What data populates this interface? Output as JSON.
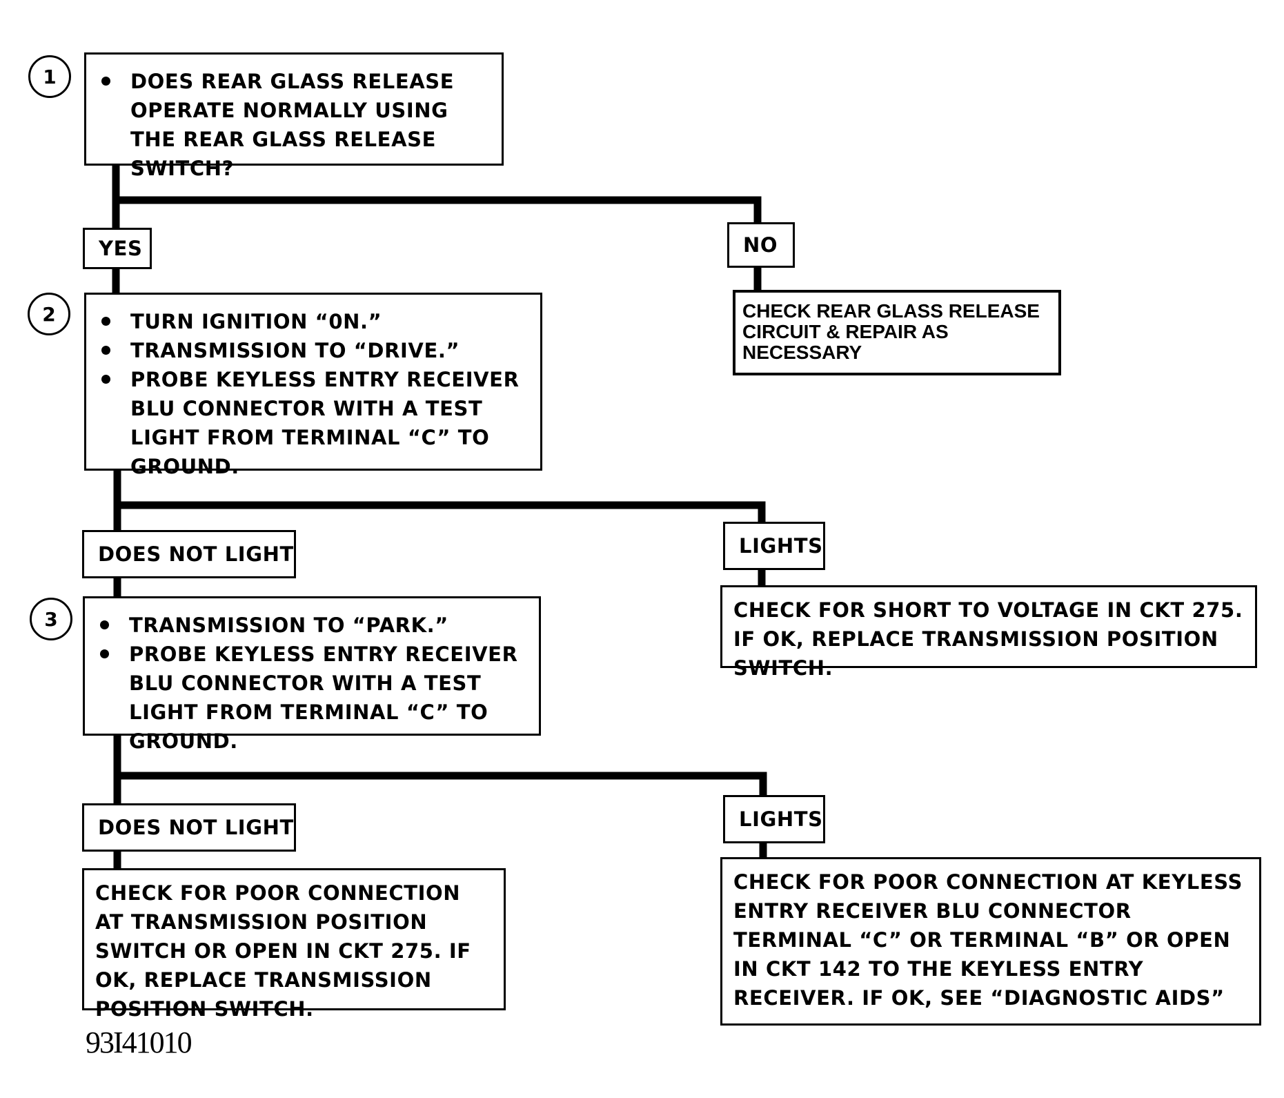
{
  "figure_id": "93I41010",
  "steps": [
    {
      "number": "1",
      "bullets": [
        "DOES REAR GLASS RELEASE OPERATE NORMALLY USING THE REAR GLASS RELEASE SWITCH?"
      ]
    },
    {
      "number": "2",
      "bullets": [
        "TURN IGNITION “0N.”",
        "TRANSMISSION TO “DRIVE.”",
        "PROBE KEYLESS ENTRY RECEIVER BLU CONNECTOR WITH A TEST LIGHT FROM TERMINAL “C” TO GROUND."
      ]
    },
    {
      "number": "3",
      "bullets": [
        "TRANSMISSION TO “PARK.”",
        "PROBE KEYLESS ENTRY RECEIVER BLU CONNECTOR WITH A TEST LIGHT FROM TERMINAL “C” TO GROUND."
      ]
    }
  ],
  "branches": {
    "step1_yes": "YES",
    "step1_no": "NO",
    "step2_left": "DOES NOT LIGHT",
    "step2_right": "LIGHTS",
    "step3_left": "DOES NOT LIGHT",
    "step3_right": "LIGHTS"
  },
  "results": {
    "no_result": "CHECK REAR GLASS RELEASE CIRCUIT & REPAIR AS NECESSARY",
    "step2_lights_result": "CHECK FOR SHORT TO VOLTAGE IN CKT 275.  IF OK, REPLACE TRANSMISSION POSITION SWITCH.",
    "step3_not_light_result": "CHECK FOR POOR CONNECTION AT TRANSMISSION POSITION SWITCH OR OPEN IN CKT 275.  IF OK, REPLACE TRANSMISSION POSITION SWITCH.",
    "step3_lights_result": "CHECK FOR POOR CONNECTION AT KEYLESS ENTRY RECEIVER BLU CONNECTOR TERMINAL “C” OR TERMINAL “B” OR OPEN IN CKT 142 TO THE KEYLESS ENTRY RECEIVER.  IF OK,  SEE “DIAGNOSTIC AIDS”"
  }
}
